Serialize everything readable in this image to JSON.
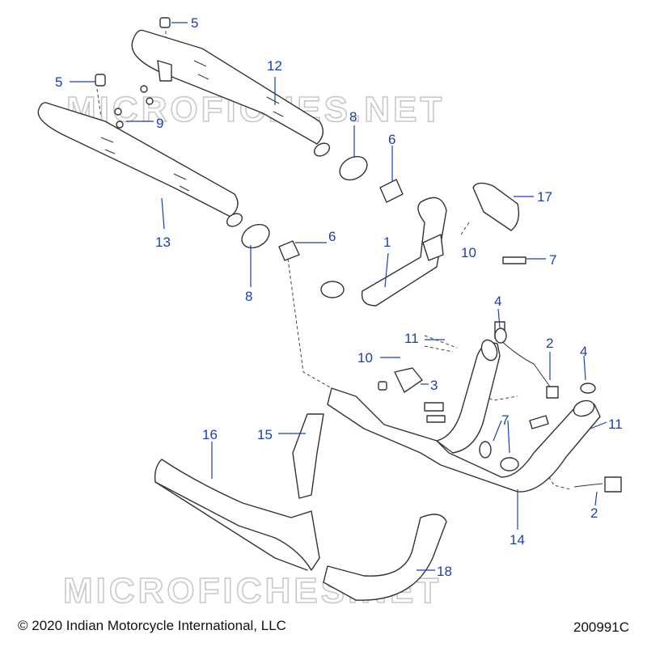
{
  "watermark": "MICROFICHES.NET",
  "callouts": {
    "c5a": "5",
    "c5b": "5",
    "c12": "12",
    "c9": "9",
    "c8a": "8",
    "c6a": "6",
    "c13": "13",
    "c17": "17",
    "c1": "1",
    "c6b": "6",
    "c10a": "10",
    "c7a": "7",
    "c8b": "8",
    "c4a": "4",
    "c11a": "11",
    "c2a": "2",
    "c4b": "4",
    "c10b": "10",
    "c3": "3",
    "c7b": "7",
    "c11b": "11",
    "c16": "16",
    "c15": "15",
    "c2b": "2",
    "c14": "14",
    "c18": "18"
  },
  "footer": {
    "copyright": "© 2020 Indian Motorcycle International, LLC",
    "drawing_id": "200991C"
  }
}
